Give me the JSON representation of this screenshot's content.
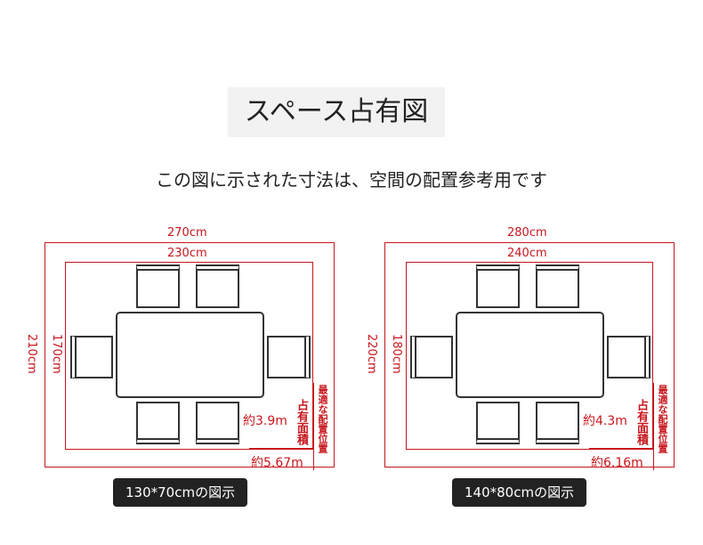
{
  "title": "スペース占有図",
  "subtitle": "この図に示された寸法は、空間の配置参考用です",
  "diagrams": [
    {
      "outer_width": "270cm",
      "inner_width": "230cm",
      "outer_height": "210cm",
      "inner_height": "170cm",
      "occupied_perimeter": "約3.9m",
      "optimal_perimeter": "約5.67m",
      "occupied_label": "占有面積",
      "optimal_label": "最適な配置位置",
      "caption": "130*70cmの図示"
    },
    {
      "outer_width": "280cm",
      "inner_width": "240cm",
      "outer_height": "220cm",
      "inner_height": "180cm",
      "occupied_perimeter": "約4.3m",
      "optimal_perimeter": "約6.16m",
      "occupied_label": "占有面積",
      "optimal_label": "最適な配置位置",
      "caption": "140*80cmの図示"
    }
  ]
}
